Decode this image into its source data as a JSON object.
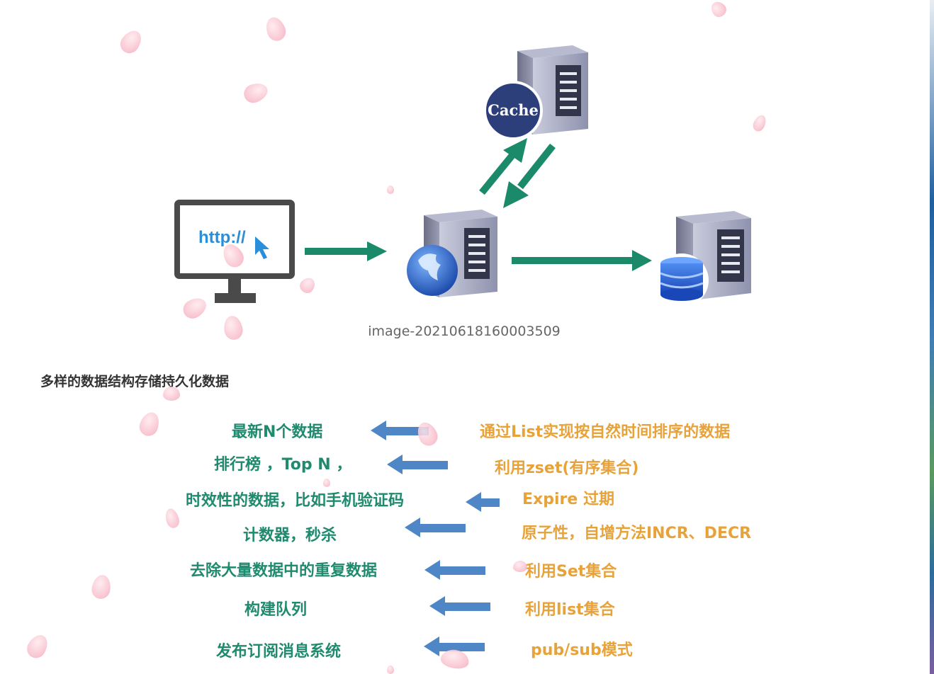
{
  "diagram": {
    "browser_text": "http://",
    "cache_label": "Cache",
    "caption": "image-20210618160003509"
  },
  "heading": "多样的数据结构存储持久化数据",
  "use_cases": [
    {
      "use": "最新N个数据",
      "method": "通过List实现按自然时间排序的数据"
    },
    {
      "use": "排行榜 ，Top N ，",
      "method": "利用zset(有序集合)"
    },
    {
      "use": "时效性的数据，比如手机验证码",
      "method": "Expire 过期"
    },
    {
      "use": "计数器，秒杀",
      "method": "原子性，自增方法INCR、DECR"
    },
    {
      "use": "去除大量数据中的重复数据",
      "method": "利用Set集合"
    },
    {
      "use": "构建队列",
      "method": "利用list集合"
    },
    {
      "use": "发布订阅消息系统",
      "method": "pub/sub模式"
    }
  ],
  "colors": {
    "use_text": "#1f8a6e",
    "method_text": "#e8a23a",
    "arrow": "#4f86c6",
    "flow_arrow": "#1b8a6a"
  }
}
